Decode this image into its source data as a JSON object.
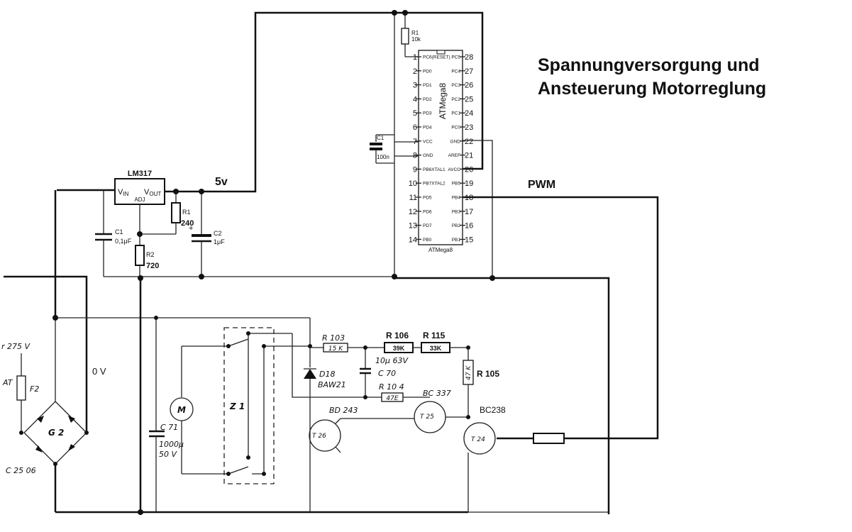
{
  "title": {
    "line1": "Spannungversorgung und",
    "line2": "Ansteuerung Motorreglung"
  },
  "labels": {
    "five_v": "5v",
    "pwm": "PWM",
    "zero_v": "0 V"
  },
  "regulator": {
    "name": "LM317",
    "vin": "V",
    "vin_sub": "IN",
    "vout": "V",
    "vout_sub": "OUT",
    "adj": "ADJ",
    "c1_name": "C1",
    "c1_value": "0,1μF",
    "r1_name": "R1",
    "r1_value": "240",
    "r2_name": "R2",
    "r2_value": "720",
    "c2_name": "C2",
    "c2_value": "1μF",
    "c2_plus": "+"
  },
  "mcu": {
    "name": "ATMega8",
    "footer": "ATMega8",
    "r1_name": "R1",
    "r1_value": "10k",
    "c1_name": "C1",
    "c1_value": "100n",
    "left_pins": [
      {
        "num": "1",
        "name": "PC6(RESET)"
      },
      {
        "num": "2",
        "name": "PD0"
      },
      {
        "num": "3",
        "name": "PD1"
      },
      {
        "num": "4",
        "name": "PD2"
      },
      {
        "num": "5",
        "name": "PD3"
      },
      {
        "num": "6",
        "name": "PD4"
      },
      {
        "num": "7",
        "name": "VCC"
      },
      {
        "num": "8",
        "name": "GND"
      },
      {
        "num": "9",
        "name": "PB6XTAL1"
      },
      {
        "num": "10",
        "name": "PB7XTAL2"
      },
      {
        "num": "11",
        "name": "PD5"
      },
      {
        "num": "12",
        "name": "PD6"
      },
      {
        "num": "13",
        "name": "PD7"
      },
      {
        "num": "14",
        "name": "PB0"
      }
    ],
    "right_pins": [
      {
        "num": "28",
        "name": "PC5"
      },
      {
        "num": "27",
        "name": "PC4"
      },
      {
        "num": "26",
        "name": "PC3"
      },
      {
        "num": "25",
        "name": "PC2"
      },
      {
        "num": "24",
        "name": "PC1"
      },
      {
        "num": "23",
        "name": "PC0"
      },
      {
        "num": "22",
        "name": "GND"
      },
      {
        "num": "21",
        "name": "AREF"
      },
      {
        "num": "20",
        "name": "AVCC"
      },
      {
        "num": "19",
        "name": "PB5"
      },
      {
        "num": "18",
        "name": "PB4"
      },
      {
        "num": "17",
        "name": "PB3"
      },
      {
        "num": "16",
        "name": "PB2"
      },
      {
        "num": "15",
        "name": "PB1"
      }
    ]
  },
  "motor": {
    "supply": "r 275 V",
    "fuse_prefix": "AT",
    "fuse": "F2",
    "rectifier": "G 2",
    "rect_part": "C 25 06",
    "cap_name": "C 71",
    "cap_value1": "1000μ",
    "cap_value2": "50 V",
    "motor_symbol": "M",
    "switch": "Z 1",
    "r103_name": "R 103",
    "r103_value": "15 K",
    "r106_name": "R 106",
    "r106_value": "39K",
    "r115_name": "R 115",
    "r115_value": "33K",
    "r105_name": "R 105",
    "r105_value": "47 K",
    "c70_value": "10μ  63V",
    "c70_name": "C 70",
    "r104_name": "R 10 4",
    "r104_value": "47E",
    "d18_name": "D18",
    "d18_type": "BAW21",
    "t26_name": "T 26",
    "t26_type": "BD 243",
    "t25_name": "T 25",
    "t25_type": "BC 337",
    "t24_name": "T 24",
    "t24_type": "BC238"
  }
}
